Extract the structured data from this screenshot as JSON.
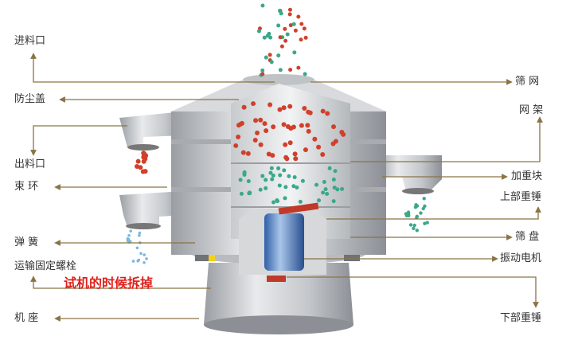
{
  "colors": {
    "leader": "#8a7346",
    "warning": "#e0201a",
    "coarse_particles": "#d0402a",
    "fine_particles": "#3aa88a",
    "fine_blue": "#7ab8e0"
  },
  "left_labels": {
    "inlet": "进料口",
    "dust_cover": "防尘盖",
    "outlet": "出料口",
    "clamp_ring": "束 环",
    "spring": "弹 簧",
    "transport_bolt": "运输固定螺栓",
    "base": "机 座"
  },
  "warning": "试机的时候拆掉",
  "right_labels": {
    "screen_mesh": "筛 网",
    "mesh_frame": "网 架",
    "weight_block": "加重块",
    "upper_weight": "上部重锤",
    "screen_tray": "筛 盘",
    "vibration_motor": "振动电机",
    "lower_weight": "下部重锤"
  }
}
